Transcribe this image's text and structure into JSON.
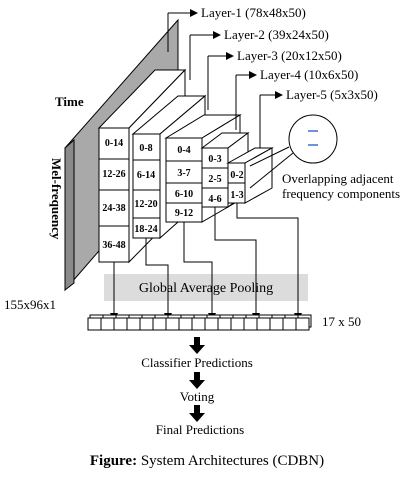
{
  "axis": {
    "time": "Time",
    "mel": "Mel-frequency"
  },
  "input_size": "155x96x1",
  "layers": [
    {
      "label": "Layer-1 (78x48x50)"
    },
    {
      "label": "Layer-2 (39x24x50)"
    },
    {
      "label": "Layer-3 (20x12x50)"
    },
    {
      "label": "Layer-4 (10x6x50)"
    },
    {
      "label": "Layer-5 (5x3x50)"
    }
  ],
  "bands": {
    "layer1": [
      "0-14",
      "12-26",
      "24-38",
      "36-48"
    ],
    "layer2": [
      "0-8",
      "6-14",
      "12-20",
      "18-24"
    ],
    "layer3": [
      "0-4",
      "3-7",
      "6-10",
      "9-12"
    ],
    "layer4": [
      "0-3",
      "2-5",
      "4-6"
    ],
    "layer5": [
      "0-2",
      "1-3"
    ]
  },
  "overlap_note": [
    "Overlapping adjacent",
    "frequency components"
  ],
  "pooling": "Global Average Pooling",
  "feature_size": "17 x 50",
  "flow": [
    "Classifier Predictions",
    "Voting",
    "Final Predictions"
  ],
  "caption": {
    "label": "Figure:",
    "text": "System Architectures (CDBN)"
  },
  "colors": {
    "slab": "#a9a9a9",
    "pool_bg": "#dcdcdc",
    "ink": "#000000"
  }
}
